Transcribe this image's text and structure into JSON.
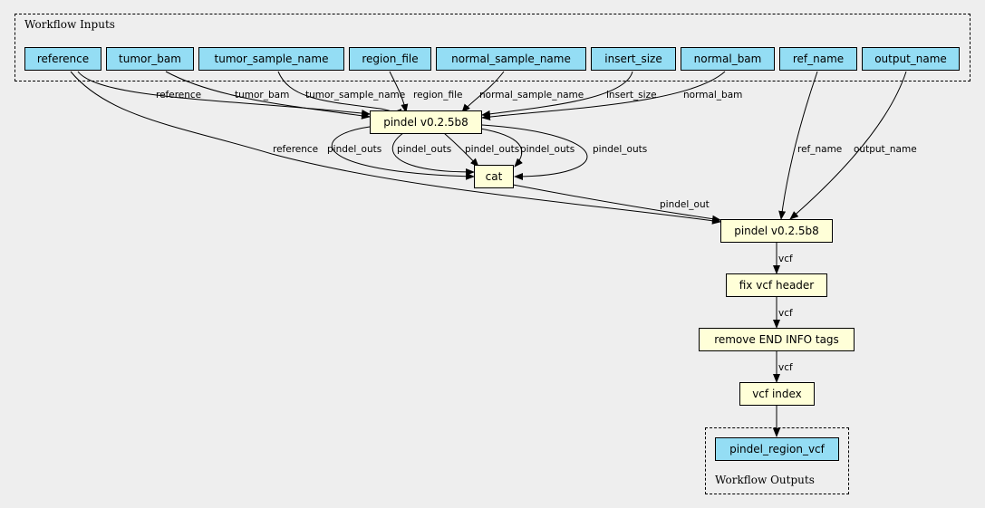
{
  "colors": {
    "background": "#eeeeee",
    "input_node": "#94ddf4",
    "step_node": "#ffffd8",
    "output_node": "#94ddf4",
    "edge": "#000000"
  },
  "clusters": {
    "inputs_label": "Workflow Inputs",
    "outputs_label": "Workflow Outputs"
  },
  "inputs": [
    "reference",
    "tumor_bam",
    "tumor_sample_name",
    "region_file",
    "normal_sample_name",
    "insert_size",
    "normal_bam",
    "ref_name",
    "output_name"
  ],
  "steps": {
    "pindel1": "pindel v0.2.5b8",
    "cat": "cat",
    "pindel2": "pindel v0.2.5b8",
    "fix_header": "fix vcf header",
    "remove_end": "remove END INFO tags",
    "vcf_index": "vcf index"
  },
  "outputs": [
    "pindel_region_vcf"
  ],
  "edge_labels": {
    "reference_p1": "reference",
    "tumor_bam": "tumor_bam",
    "tumor_sample_name": "tumor_sample_name",
    "region_file": "region_file",
    "normal_sample_name": "normal_sample_name",
    "insert_size": "insert_size",
    "normal_bam": "normal_bam",
    "reference_p2": "reference",
    "pindel_outs_1": "pindel_outs",
    "pindel_outs_2": "pindel_outs",
    "pindel_outs_3": "pindel_outs",
    "pindel_outs_4": "pindel_outs",
    "pindel_outs_5": "pindel_outs",
    "ref_name": "ref_name",
    "output_name": "output_name",
    "pindel_out": "pindel_out",
    "vcf_1": "vcf",
    "vcf_2": "vcf",
    "vcf_3": "vcf"
  }
}
